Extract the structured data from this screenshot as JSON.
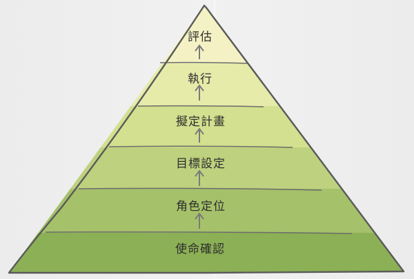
{
  "diagram": {
    "type": "pyramid",
    "flow_direction": "bottom-to-top",
    "tiers": [
      {
        "label": "評估",
        "color": "#f4f2c4"
      },
      {
        "label": "執行",
        "color": "#e6ebaa"
      },
      {
        "label": "擬定計畫",
        "color": "#d2e08f"
      },
      {
        "label": "目標設定",
        "color": "#bed17e"
      },
      {
        "label": "角色定位",
        "color": "#a5c16a"
      },
      {
        "label": "使命確認",
        "color": "#8cb055"
      }
    ],
    "outline_color": "#5a5a5a",
    "arrow_color": "#7a7a7a"
  }
}
